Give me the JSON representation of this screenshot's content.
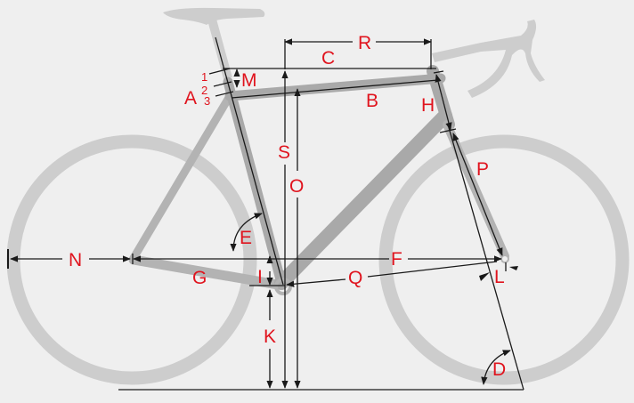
{
  "diagram": {
    "type": "bicycle-frame-geometry",
    "background": "#efefef",
    "colors": {
      "label": "#e0141e",
      "frame": "#a9a9a9",
      "wheel": "#cdcdcd",
      "dimension_line": "#1a1a1a"
    },
    "labels": {
      "A": "A",
      "A1": "1",
      "A2": "2",
      "A3": "3",
      "B": "B",
      "C": "C",
      "D": "D",
      "E": "E",
      "F": "F",
      "G": "G",
      "H": "H",
      "I": "I",
      "K": "K",
      "L": "L",
      "M": "M",
      "N": "N",
      "O": "O",
      "P": "P",
      "Q": "Q",
      "R": "R",
      "S": "S"
    },
    "components": [
      "saddle",
      "seatpost",
      "handlebar",
      "rear-wheel",
      "front-wheel",
      "top-tube",
      "down-tube",
      "seat-tube",
      "chainstay",
      "seatstay",
      "head-tube",
      "fork"
    ]
  }
}
